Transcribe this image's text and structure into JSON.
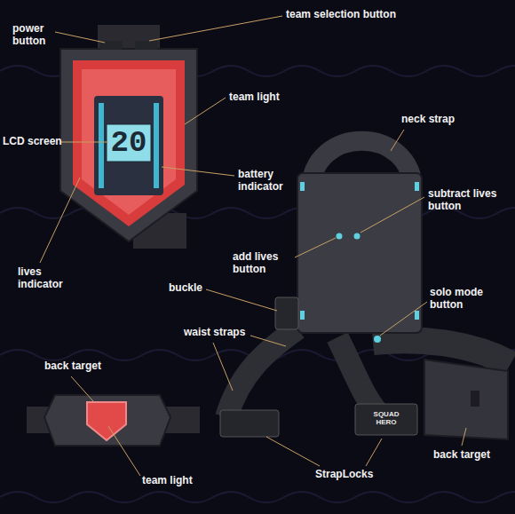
{
  "diagram": {
    "labels": [
      "power button",
      "team selection button",
      "team light",
      "LCD screen",
      "battery indicator",
      "lives indicator",
      "neck strap",
      "subtract lives button",
      "add lives button",
      "buckle",
      "solo mode button",
      "waist straps",
      "back target",
      "team light",
      "back target",
      "StrapLocks",
      "20",
      "SQUAD HERO"
    ]
  }
}
